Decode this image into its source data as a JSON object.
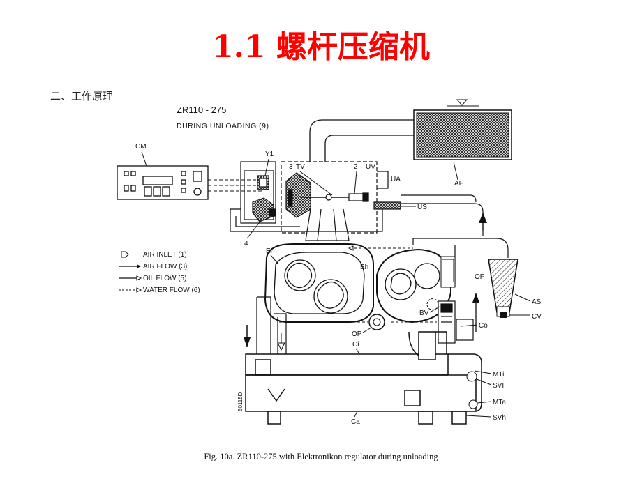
{
  "slide": {
    "title": "1.1 螺杆压缩机",
    "section": "二、工作原理",
    "caption": "Fig. 10a.  ZR110-275 with Elektronikon regulator during unloading"
  },
  "diagram": {
    "model": "ZR110 - 275",
    "mode": "DURING UNLOADING  (9)",
    "legend": [
      {
        "symbol": "inlet-arrow",
        "label": "AIR INLET (1)"
      },
      {
        "symbol": "solid-arrow",
        "label": "AIR FLOW (3)"
      },
      {
        "symbol": "open-arrow",
        "label": "OIL FLOW (5)"
      },
      {
        "symbol": "dashed-arrow",
        "label": "WATER FLOW (6)"
      }
    ],
    "labels": {
      "cm": "CM",
      "y1": "Y1",
      "n3": "3",
      "tv": "TV",
      "n2": "2",
      "uv": "UV",
      "ua": "UA",
      "af": "AF",
      "us": "US",
      "n4": "4",
      "el": "El",
      "eh": "Eh",
      "of": "OF",
      "as": "AS",
      "cv": "CV",
      "bv": "BV",
      "co": "Co",
      "op": "OP",
      "ci": "Ci",
      "mti": "MTi",
      "svi": "SVI",
      "mta": "MTa",
      "svh": "SVh",
      "ca": "Ca",
      "drawing_no": "50115D"
    }
  }
}
